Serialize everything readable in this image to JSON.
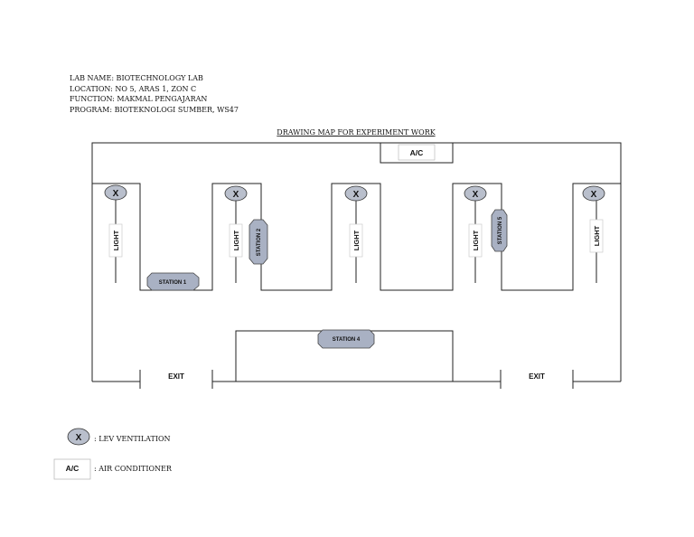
{
  "header": {
    "lab_name": "LAB NAME: BIOTECHNOLOGY LAB",
    "location": "LOCATION: NO 5, ARAS 1, ZON C",
    "function": "FUNCTION: MAKMAL PENGAJARAN",
    "program": "PROGRAM: BIOTEKNOLOGI SUMBER, WS47"
  },
  "map": {
    "title": "DRAWING MAP FOR EXPERIMENT WORK",
    "ac_label": "A/C",
    "vent_symbol": "X",
    "light_label": "LIGHT",
    "exit_label": "EXIT",
    "stations": [
      "STATION 1",
      "STATION 2",
      "STATION 4",
      "STATION 5"
    ]
  },
  "legend": {
    "vent_symbol": "X",
    "vent_desc": ": LEV VENTILATION",
    "ac_symbol": "A/C",
    "ac_desc": ": AIR CONDITIONER"
  },
  "colors": {
    "vent_fill": "#b9bfcc",
    "station_fill": "#a9b1c3",
    "line": "#222222"
  }
}
